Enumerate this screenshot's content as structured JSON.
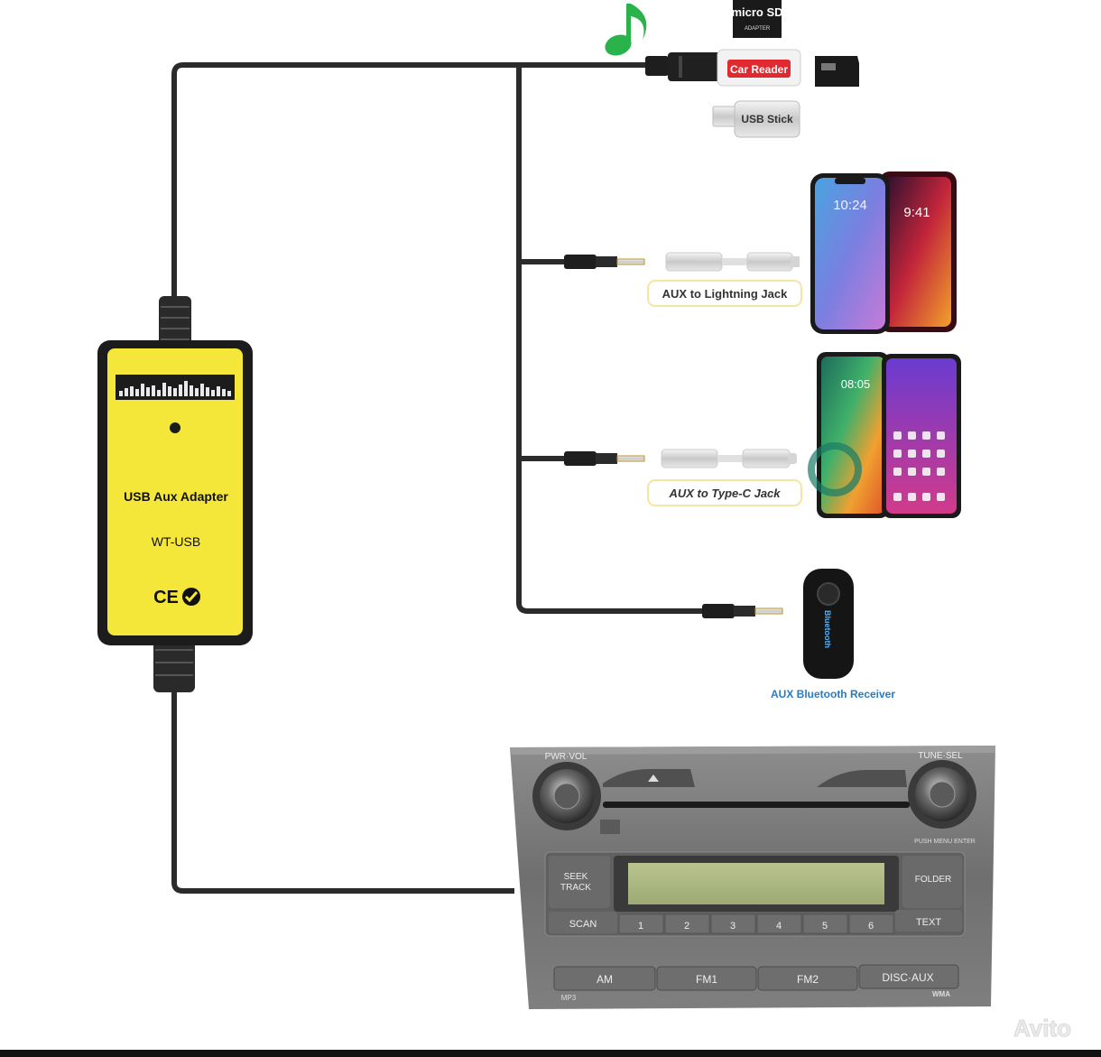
{
  "adapter": {
    "title": "USB Aux Adapter",
    "model": "WT-USB",
    "cert": "CE"
  },
  "usb_devices": {
    "micro_sd_card": "micro SD",
    "card_adapter": "ADAPTER",
    "card_reader": "Car Reader",
    "usb_stick": "USB Stick"
  },
  "phones": {
    "iphone_white_time": "10:24",
    "iphone_red_time": "9:41",
    "huawei_time": "08:05",
    "lightning_label": "AUX to Lightning Jack",
    "typec_label": "AUX to Type-C Jack"
  },
  "bluetooth": {
    "device_text": "Bluetooth",
    "label": "AUX Bluetooth Receiver"
  },
  "radio": {
    "pwr_vol": "PWR·VOL",
    "tune_sel": "TUNE·SEL",
    "push_menu": "PUSH MENU ENTER",
    "seek": "SEEK",
    "track": "TRACK",
    "folder": "FOLDER",
    "scan": "SCAN",
    "text": "TEXT",
    "presets": [
      "1",
      "2",
      "3",
      "4",
      "5",
      "6"
    ],
    "bands": [
      "AM",
      "FM1",
      "FM2",
      "DISC·AUX"
    ],
    "mp3": "MP3",
    "wma": "WMA"
  },
  "watermark": "Avito",
  "colors": {
    "adapter_yellow": "#f5e63a",
    "cable": "#2b2b2b",
    "note_green": "#29b34a",
    "bt_label_blue": "#2a7bbf",
    "reader_red": "#e02a2f"
  },
  "icons": [
    "music-note-icon",
    "ce-mark-icon",
    "check-badge-icon",
    "eject-icon",
    "cd-logo-icon"
  ]
}
